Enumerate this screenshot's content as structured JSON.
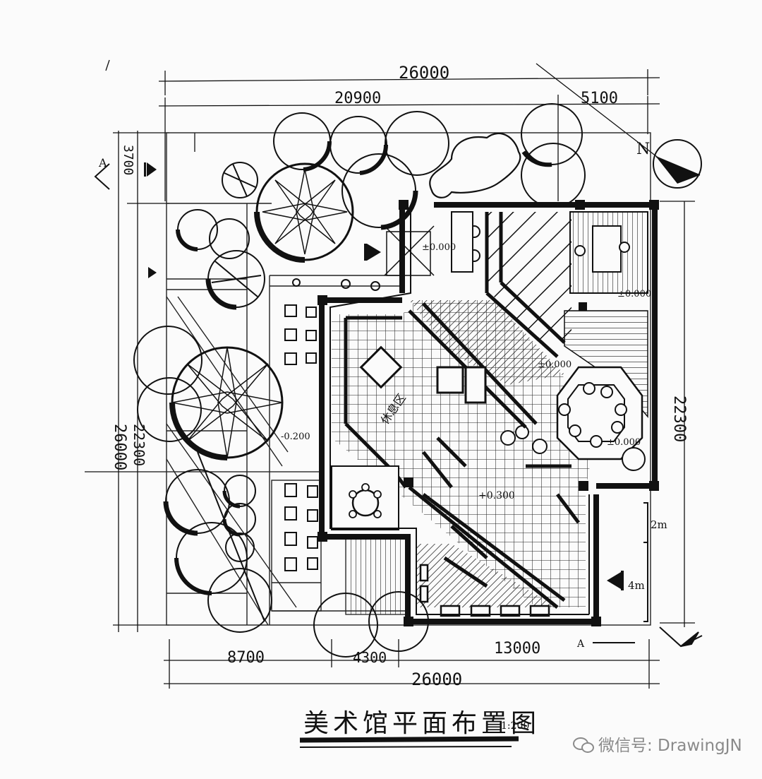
{
  "dimensions": {
    "top_total": "26000",
    "top_left": "20900",
    "top_right": "5100",
    "bottom_left": "8700",
    "bottom_mid": "4300",
    "bottom_right": "13000",
    "bottom_total": "26000",
    "left_total": "26000",
    "left_lower": "22300",
    "left_upper": "3700",
    "right": "22300"
  },
  "levels": {
    "entrance": "±0.000",
    "hall": "±0.000",
    "mid": "±0.000",
    "right": "±0.000",
    "lower": "+0.300",
    "left_ground": "-0.200"
  },
  "scale_labels": {
    "upper": "2m",
    "lower": "4m"
  },
  "marks": {
    "north": "N",
    "section_top": "A",
    "section_bottom": "A",
    "room_tag": "休息区"
  },
  "title": {
    "text": "美术馆平面布置图",
    "scale": "1:200"
  },
  "watermark": {
    "text": "微信号: DrawingJN"
  }
}
